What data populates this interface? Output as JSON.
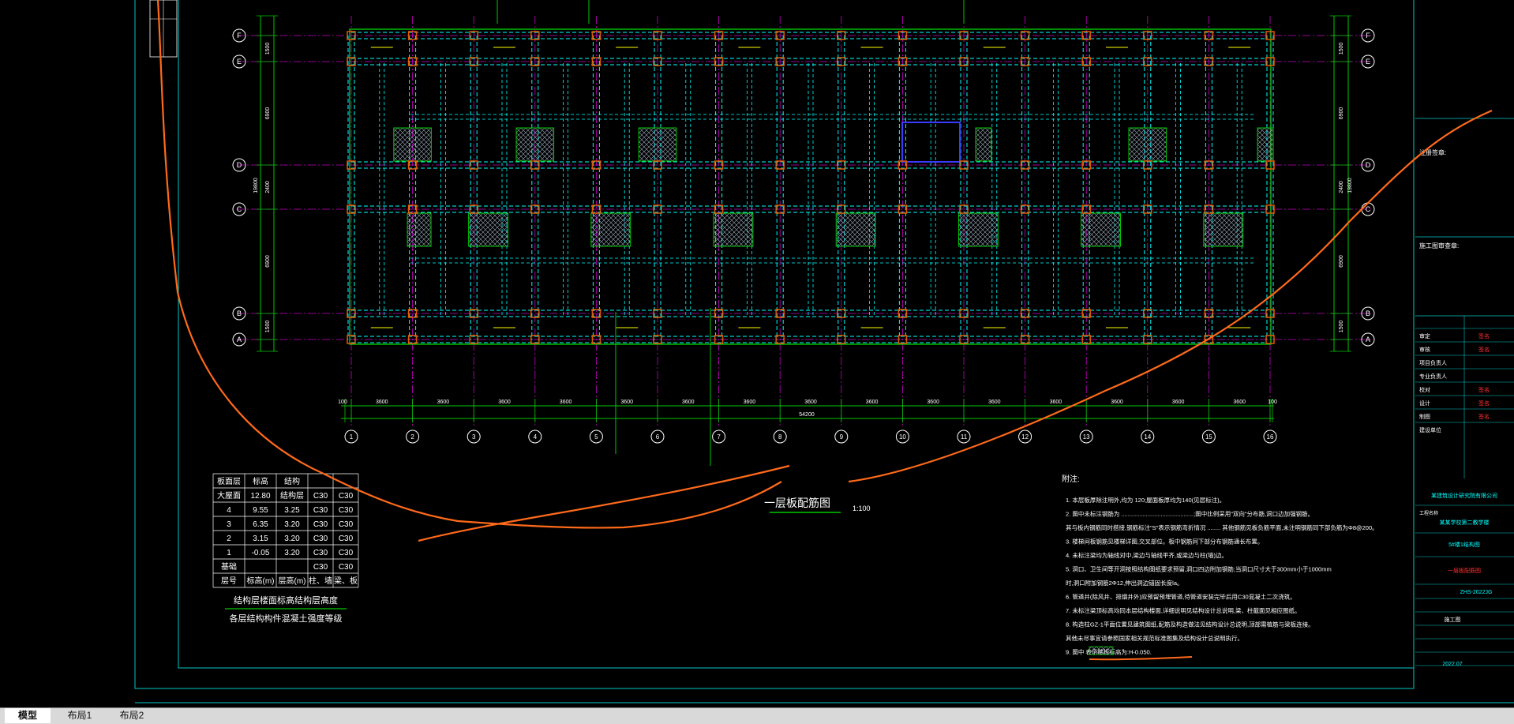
{
  "colors": {
    "background": "#000000",
    "grid": "#00c800",
    "axis": "#c800c8",
    "beam": "#00ffff",
    "column": "#e05a00",
    "frame": "#00c8c8",
    "annotation": "#ffff00",
    "markup": "#ff6a1a",
    "text": "#ffffff"
  },
  "axes": {
    "numbers": [
      "1",
      "2",
      "3",
      "4",
      "5",
      "6",
      "7",
      "8",
      "9",
      "10",
      "11",
      "12",
      "13",
      "14",
      "15",
      "16"
    ],
    "letters": [
      "F",
      "E",
      "D",
      "C",
      "B",
      "A"
    ]
  },
  "dims": {
    "bottom": [
      "100",
      "3600",
      "3600",
      "3600",
      "3600",
      "3600",
      "3600",
      "3600",
      "3600",
      "3600",
      "3600",
      "3600",
      "3600",
      "3600",
      "3600",
      "3600",
      "100"
    ],
    "total": "54200",
    "left": [
      "1500",
      "6900",
      "2400",
      "6900",
      "1500"
    ],
    "left_total": "19800"
  },
  "drawing": {
    "title": "一层板配筋图",
    "scale": "1:100"
  },
  "floor_table": {
    "headers": [
      "板面层",
      "标高",
      "结构"
    ],
    "rows": [
      [
        "大屋面",
        "12.80",
        "结构层",
        "C30",
        "C30"
      ],
      [
        "4",
        "9.55",
        "3.25",
        "C30",
        "C30"
      ],
      [
        "3",
        "6.35",
        "3.20",
        "C30",
        "C30"
      ],
      [
        "2",
        "3.15",
        "3.20",
        "C30",
        "C30"
      ],
      [
        "1",
        "-0.05",
        "3.20",
        "C30",
        "C30"
      ],
      [
        "基础",
        "",
        "",
        "C30",
        "C30"
      ]
    ],
    "footer": [
      "层号",
      "标高(m)",
      "层高(m)",
      "柱、墙",
      "梁、板"
    ],
    "caption1": "结构层楼面标高结构层高度",
    "caption2": "各层结构构件混凝土强度等级"
  },
  "notes": {
    "title": "附注:",
    "lines": [
      "1. 本层板厚除注明外,均为 120;屋面板厚均为140(见层标注)。",
      "2. 图中未标注钢筋为 ............................................;图中比例采用\"双向\"分布筋,洞口边加强钢筋。",
      "   其与板内钢筋同时搭接,钢筋标注\"S\"表示钢筋弯折情况 ........ 其他钢筋见板负筋平面,未注明钢筋同下部负筋为Φ8@200。",
      "3. 楼梯间板钢筋见楼梯详图,交叉部位。板中钢筋同下部分布钢筋通长布置。",
      "4. 未标注梁均为轴线对中,梁边与轴线平齐,或梁边与柱(墙)边。",
      "5. 洞口、卫生间等开洞按照结构图纸要求预留,洞口四边附加钢筋;当洞口尺寸大于300mm小于1000mm",
      "   时,洞口附加钢筋2Φ12,伸出洞边锚固长度la。",
      "6. 管道井(除风井、排烟井外)应预留预埋管道,待管道安装完毕后用C30混凝土二次浇筑。",
      "7. 未标注梁顶标高均同本层结构楼面,详细说明见结构设计总说明,梁、柱截面见相应图纸。",
      "8. 构造柱GZ-1平面位置见建筑图纸,配筋及构造做法见结构设计总说明,顶部需植筋与梁板连接。",
      "   其他未尽事宜请参照国家相关规范标准图集及结构设计总说明执行。",
      "9. 图中 表示楼板标高为:H-0.050."
    ]
  },
  "title_block": {
    "label1": "注册签章:",
    "label2": "施工图审查章:",
    "rows": [
      [
        "审定",
        "签名"
      ],
      [
        "审核",
        "签名"
      ],
      [
        "项目负责人",
        ""
      ],
      [
        "专业负责人",
        ""
      ],
      [
        "校对",
        "签名"
      ],
      [
        "设计",
        "签名"
      ],
      [
        "制图",
        "签名"
      ],
      [
        "建设单位",
        ""
      ]
    ],
    "company": "某建筑设计研究院有限公司",
    "project_label": "工程名称",
    "project": "某某学校第二教学楼",
    "subitem": "5#楼1结构图",
    "sheet": "一层板配筋图",
    "drawing_no": "ZHS-2022JG",
    "date": "2022.07",
    "stage": "施工图"
  },
  "tabs": [
    "模型",
    "布局1",
    "布局2"
  ]
}
